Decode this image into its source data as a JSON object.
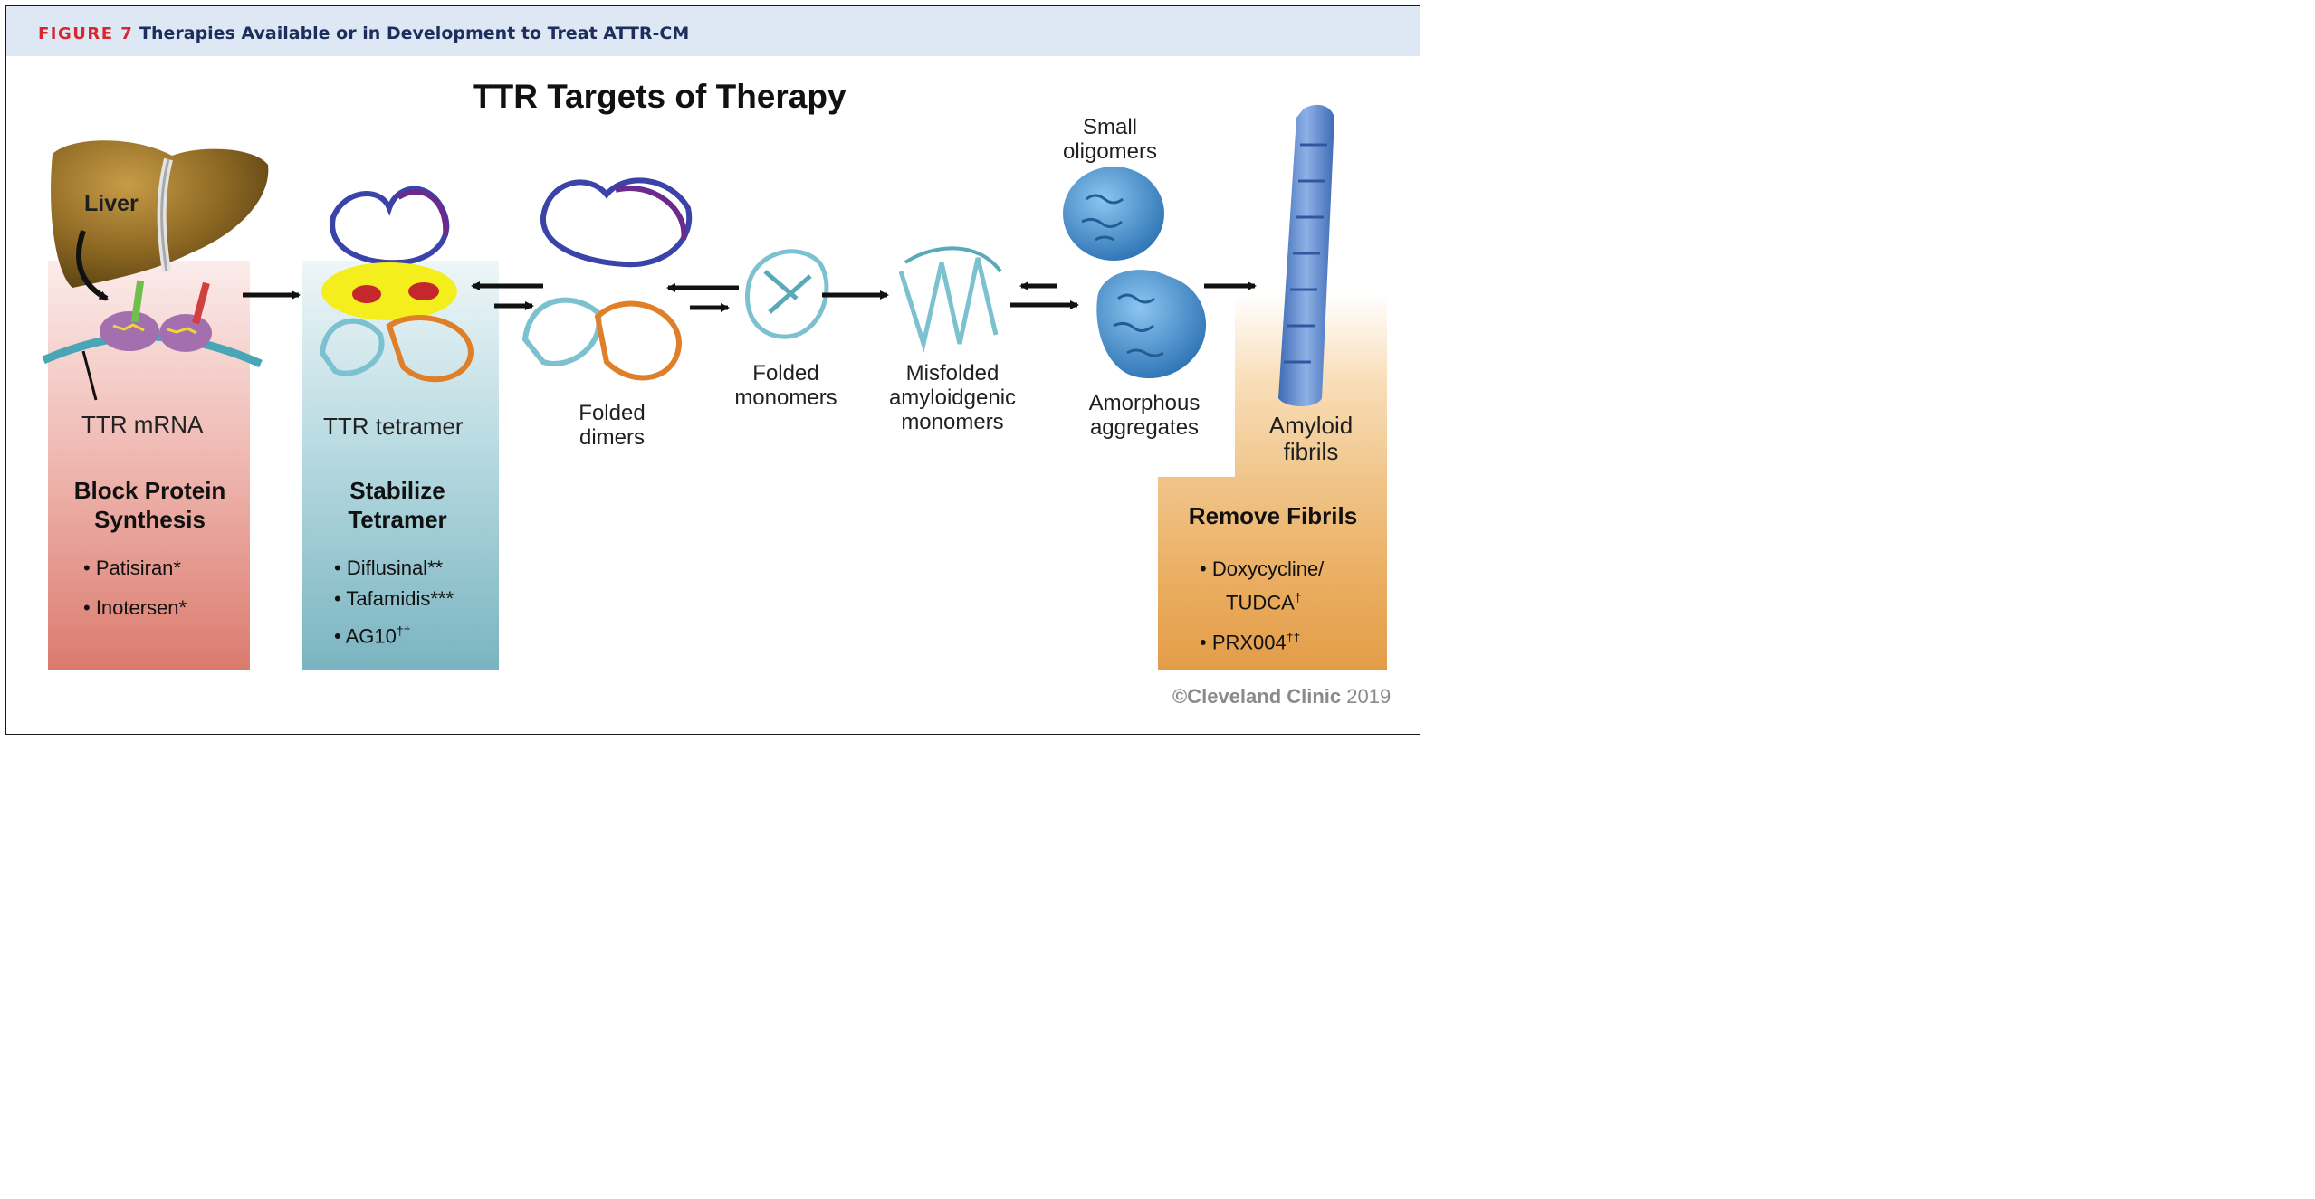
{
  "header": {
    "figure_number": "FIGURE 7",
    "figure_title": "Therapies Available or in Development to Treat ATTR-CM"
  },
  "main_title": "TTR Targets of Therapy",
  "labels": {
    "liver": "Liver",
    "ttr_mrna": "TTR mRNA",
    "ttr_tetramer": "TTR tetramer",
    "folded_dimers_1": "Folded",
    "folded_dimers_2": "dimers",
    "folded_monomers_1": "Folded",
    "folded_monomers_2": "monomers",
    "misfolded_1": "Misfolded",
    "misfolded_2": "amyloidgenic",
    "misfolded_3": "monomers",
    "small_oligomers_1": "Small",
    "small_oligomers_2": "oligomers",
    "amorphous_1": "Amorphous",
    "amorphous_2": "aggregates",
    "amyloid_1": "Amyloid",
    "amyloid_2": "fibrils"
  },
  "therapies": {
    "block": {
      "heading_1": "Block Protein",
      "heading_2": "Synthesis",
      "items": [
        "• Patisiran*",
        "• Inotersen*"
      ]
    },
    "stabilize": {
      "heading_1": "Stabilize",
      "heading_2": "Tetramer",
      "items": [
        "• Diflusinal**",
        "• Tafamidis***",
        "• AG10"
      ],
      "ag10_mark": "††"
    },
    "remove": {
      "heading": "Remove Fibrils",
      "item1_line1": "• Doxycycline/",
      "item1_line2": "TUDCA",
      "item1_mark": "†",
      "item2": "• PRX004",
      "item2_mark": "††"
    }
  },
  "copyright": {
    "brand": "©Cleveland Clinic",
    "year": "2019"
  },
  "colors": {
    "figure_number": "#d8262f",
    "figure_title": "#1d2e5c",
    "header_bg": "#dde8f4",
    "liver": "#8a6521",
    "protein_blue": "#3a43a8",
    "protein_purple": "#6a2b8c",
    "protein_cyan": "#7cc1cf",
    "protein_orange": "#e07f2a",
    "stabilizer_yellow": "#f4ef1c",
    "oligomer_blue": "#4c9bd8",
    "fibril_blue": "#5a89cf"
  }
}
